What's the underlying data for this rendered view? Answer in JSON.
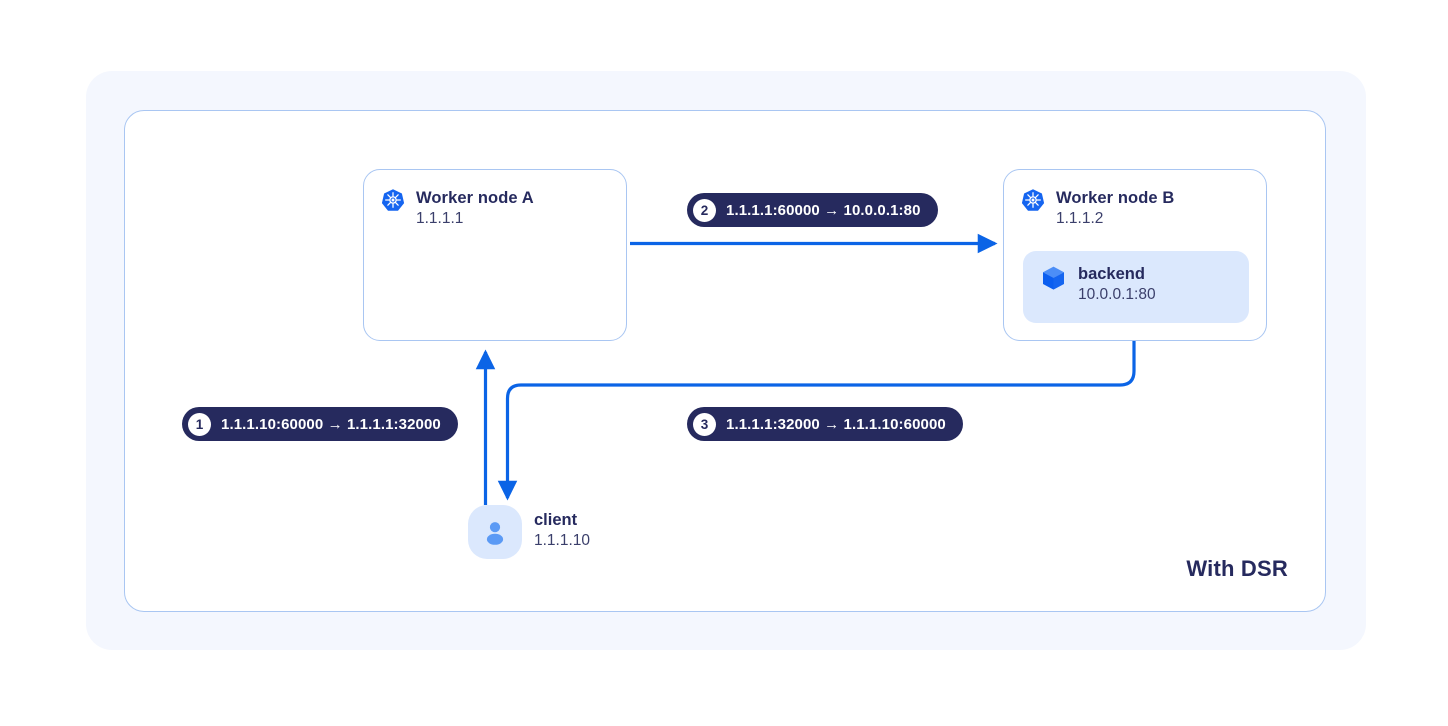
{
  "diagram": {
    "footer_label": "With DSR",
    "accent_blue": "#0b64e6",
    "badge_bg": "#262a5e",
    "panel_bg": "#f4f7fe",
    "card_border": "#a9c6f2",
    "chip_bg": "#dbe8fd"
  },
  "nodes": {
    "worker_a": {
      "icon": "kubernetes-icon",
      "title": "Worker node A",
      "ip": "1.1.1.1"
    },
    "worker_b": {
      "icon": "kubernetes-icon",
      "title": "Worker node B",
      "ip": "1.1.1.2",
      "pod": {
        "icon": "cube-icon",
        "title": "backend",
        "address": "10.0.0.1:80"
      }
    }
  },
  "client": {
    "icon": "user-avatar-icon",
    "title": "client",
    "ip": "1.1.1.10"
  },
  "steps": [
    {
      "number": "1",
      "label": "1.1.1.10:60000 → 1.1.1.1:32000"
    },
    {
      "number": "2",
      "label": "1.1.1.1:60000 → 10.0.0.1:80"
    },
    {
      "number": "3",
      "label": "1.1.1.1:32000 → 1.1.1.10:60000"
    }
  ]
}
